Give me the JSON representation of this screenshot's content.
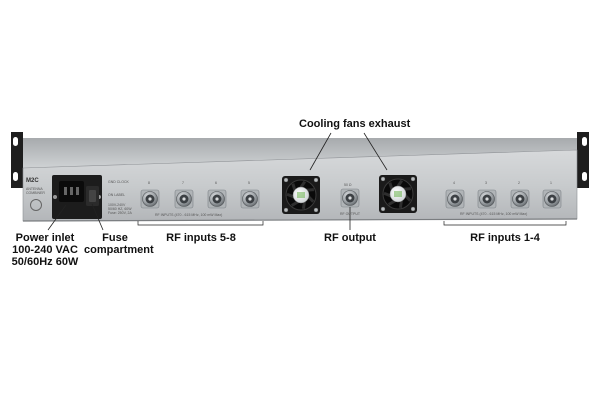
{
  "callouts": {
    "cooling_fans": "Cooling fans exhaust",
    "power_inlet": [
      "Power inlet",
      "100-240 VAC",
      "50/60Hz 60W"
    ],
    "fuse": [
      "Fuse",
      "compartment"
    ],
    "rf_inputs_5_8": "RF inputs 5-8",
    "rf_output": "RF output",
    "rf_inputs_1_4": "RF inputs 1-4"
  },
  "panel": {
    "brand": "M2C",
    "logo_text": [
      "ANTENNA",
      "COMBINER"
    ],
    "power_notes": [
      "100V-240V",
      "50/60 HZ, 60W",
      "Fuse: 250V, 2A"
    ],
    "side_notes": [
      "GND CLOCK",
      "ON LABEL"
    ],
    "group_5_8_caption": "RF INPUTS (470 - 615 MHz, 100 mW Max)",
    "group_1_4_caption": "RF INPUTS (470 - 615 MHz, 100 mW Max)",
    "output_caption": "RF OUTPUT",
    "output_number": "50 Ω",
    "connectors_5_8": [
      "8",
      "7",
      "6",
      "5"
    ],
    "connectors_1_4": [
      "4",
      "3",
      "2",
      "1"
    ]
  },
  "colors": {
    "panel": "#c9ccce",
    "panel_edge": "#8d9094",
    "chassis_top": "#b9bcbf",
    "connector": "#7d8287",
    "fan_dark": "#151515",
    "fan_hub": "#e8ebec"
  }
}
